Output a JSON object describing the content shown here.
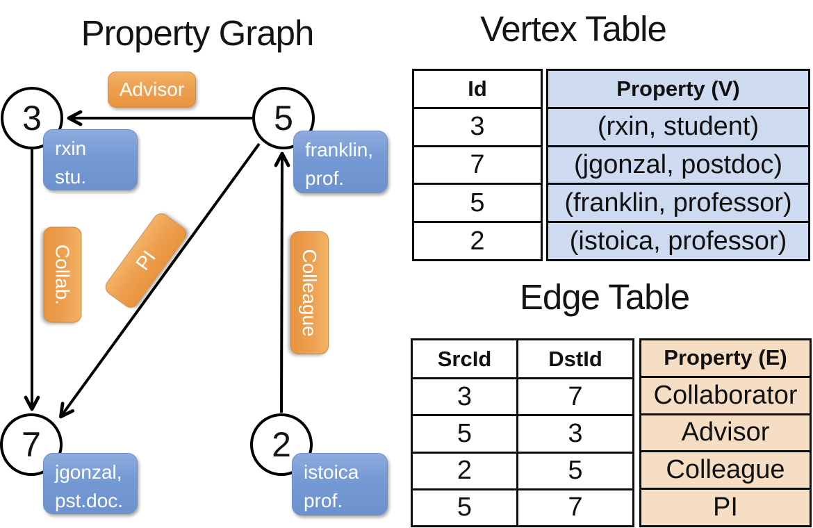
{
  "graph": {
    "title": "Property Graph",
    "nodes": [
      {
        "id": "3",
        "line1": "rxin",
        "line2": "stu."
      },
      {
        "id": "5",
        "line1": "franklin,",
        "line2": "prof."
      },
      {
        "id": "7",
        "line1": "jgonzal,",
        "line2": "pst.doc."
      },
      {
        "id": "2",
        "line1": "istoica",
        "line2": "prof."
      }
    ],
    "edge_labels": {
      "advisor": "Advisor",
      "collab": "Collab.",
      "pi": "PI",
      "colleague": "Colleague"
    }
  },
  "vertex_table": {
    "title": "Vertex Table",
    "columns": {
      "id": "Id",
      "property": "Property (V)"
    },
    "rows": [
      {
        "id": "3",
        "property": "(rxin, student)"
      },
      {
        "id": "7",
        "property": "(jgonzal, postdoc)"
      },
      {
        "id": "5",
        "property": "(franklin, professor)"
      },
      {
        "id": "2",
        "property": "(istoica, professor)"
      }
    ]
  },
  "edge_table": {
    "title": "Edge Table",
    "columns": {
      "src": "SrcId",
      "dst": "DstId",
      "property": "Property (E)"
    },
    "rows": [
      {
        "src": "3",
        "dst": "7",
        "property": "Collaborator"
      },
      {
        "src": "5",
        "dst": "3",
        "property": "Advisor"
      },
      {
        "src": "2",
        "dst": "5",
        "property": "Colleague"
      },
      {
        "src": "5",
        "dst": "7",
        "property": "PI"
      }
    ]
  },
  "colors": {
    "node_box_top": "#8fabdd",
    "node_box_bottom": "#6d92ce",
    "edge_label_top": "#f3b266",
    "edge_label_bottom": "#e8943e",
    "vertex_property_fill": "#cedaf0",
    "edge_property_fill": "#f6dec4",
    "line": "#000000"
  }
}
